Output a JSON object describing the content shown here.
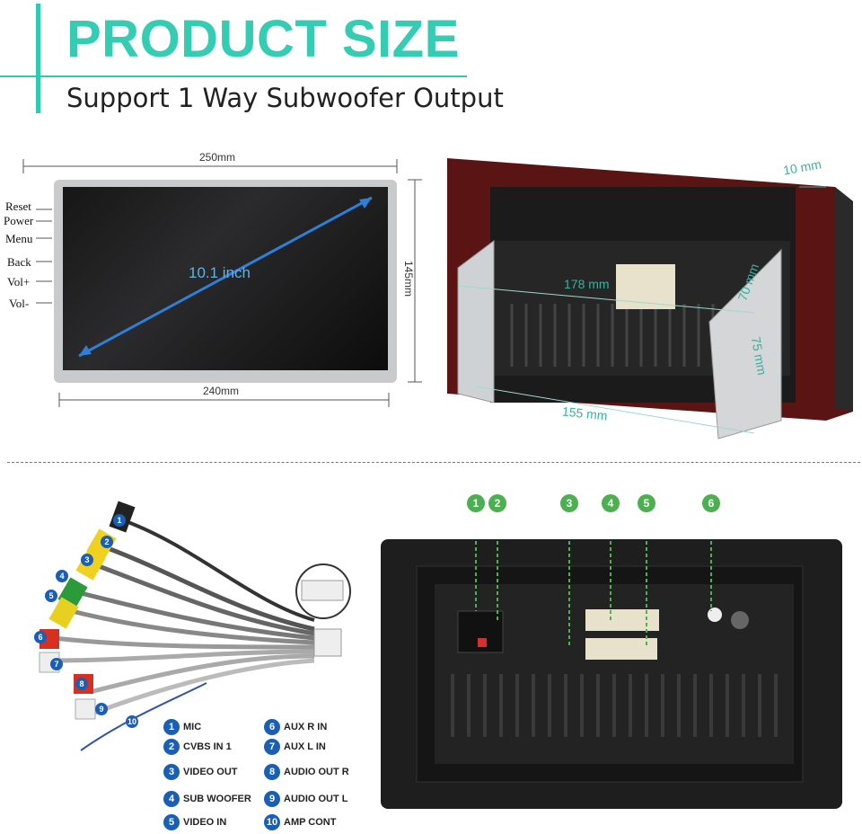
{
  "header": {
    "title": "PRODUCT SIZE",
    "subtitle": "Support 1 Way Subwoofer Output"
  },
  "front": {
    "width_top": "250mm",
    "width_bottom": "240mm",
    "height": "145mm",
    "screen_size": "10.1 inch",
    "buttons": [
      "Reset",
      "Power",
      "Menu",
      "Back",
      "Vol+",
      "Vol-"
    ]
  },
  "back_dims": {
    "depth": "10 mm",
    "frame_width": "178 mm",
    "frame_height": "70 mm",
    "frame_depth": "155 mm",
    "side": "75 mm"
  },
  "wire_numbers": [
    "1",
    "2",
    "3",
    "4",
    "5",
    "6",
    "7",
    "8",
    "9",
    "10"
  ],
  "legend": [
    {
      "num": "1",
      "label": "MIC"
    },
    {
      "num": "2",
      "label": "CVBS IN 1"
    },
    {
      "num": "3",
      "label": "VIDEO OUT"
    },
    {
      "num": "4",
      "label": "SUB WOOFER"
    },
    {
      "num": "5",
      "label": "VIDEO IN"
    },
    {
      "num": "6",
      "label": "AUX R IN"
    },
    {
      "num": "7",
      "label": "AUX L IN"
    },
    {
      "num": "8",
      "label": "AUDIO OUT R"
    },
    {
      "num": "9",
      "label": "AUDIO OUT L"
    },
    {
      "num": "10",
      "label": "AMP CONT"
    }
  ],
  "port_callouts": [
    "1",
    "2",
    "3",
    "4",
    "5",
    "6"
  ],
  "colors": {
    "accent": "#34cdb4",
    "legend": "#1a5fb4",
    "callout": "#4caf50"
  }
}
